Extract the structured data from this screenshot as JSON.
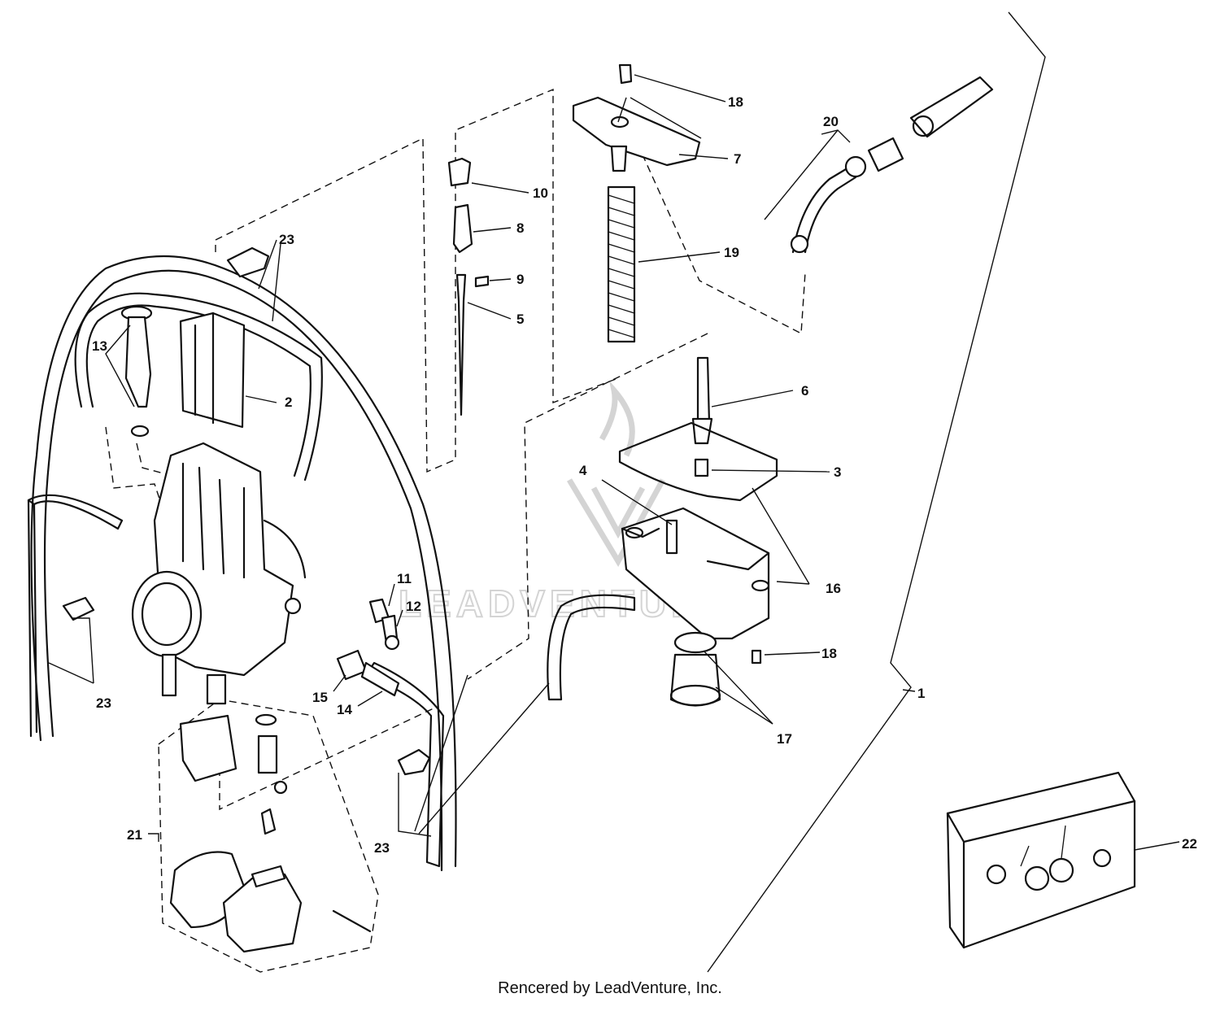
{
  "callouts": {
    "c1": "1",
    "c2": "2",
    "c3": "3",
    "c4": "4",
    "c5": "5",
    "c6": "6",
    "c7": "7",
    "c8": "8",
    "c9": "9",
    "c10": "10",
    "c11": "11",
    "c12": "12",
    "c13": "13",
    "c14": "14",
    "c15": "15",
    "c16": "16",
    "c17": "17",
    "c18a": "18",
    "c18b": "18",
    "c19": "19",
    "c20": "20",
    "c21": "21",
    "c22": "22",
    "c23a": "23",
    "c23b": "23",
    "c23c": "23"
  },
  "watermark": {
    "text": "LEADVENTURE"
  },
  "footer": {
    "credit": "Rencered by LeadVenture, Inc."
  }
}
